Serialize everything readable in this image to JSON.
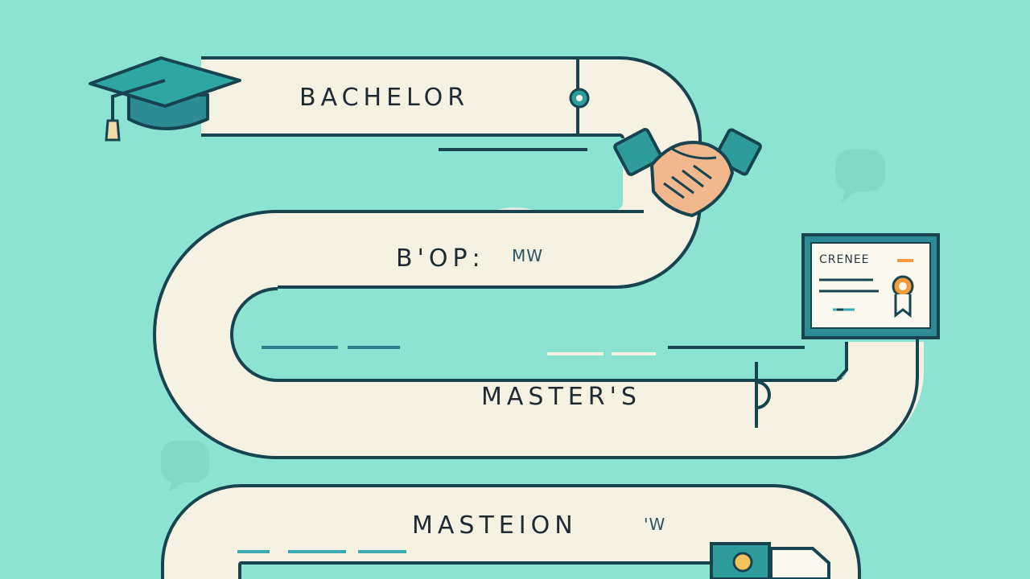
{
  "labels": {
    "bachelor": "BACHELOR",
    "middle": "B'OP:",
    "masters": "MASTER'S",
    "bottom": "MASTEION"
  },
  "scribbles": {
    "middle": "MW",
    "bottom": "'W"
  },
  "certificate": {
    "title": "CRENEE"
  },
  "colors": {
    "background": "#8de3d2",
    "road": "#f5f1e3",
    "outline": "#17444f",
    "teal": "#2e9c9a",
    "accent": "#f39a3a",
    "skin": "#f0b88c"
  },
  "icons": [
    "graduation-cap-icon",
    "handshake-icon",
    "certificate-icon",
    "chat-bubble-icon"
  ]
}
